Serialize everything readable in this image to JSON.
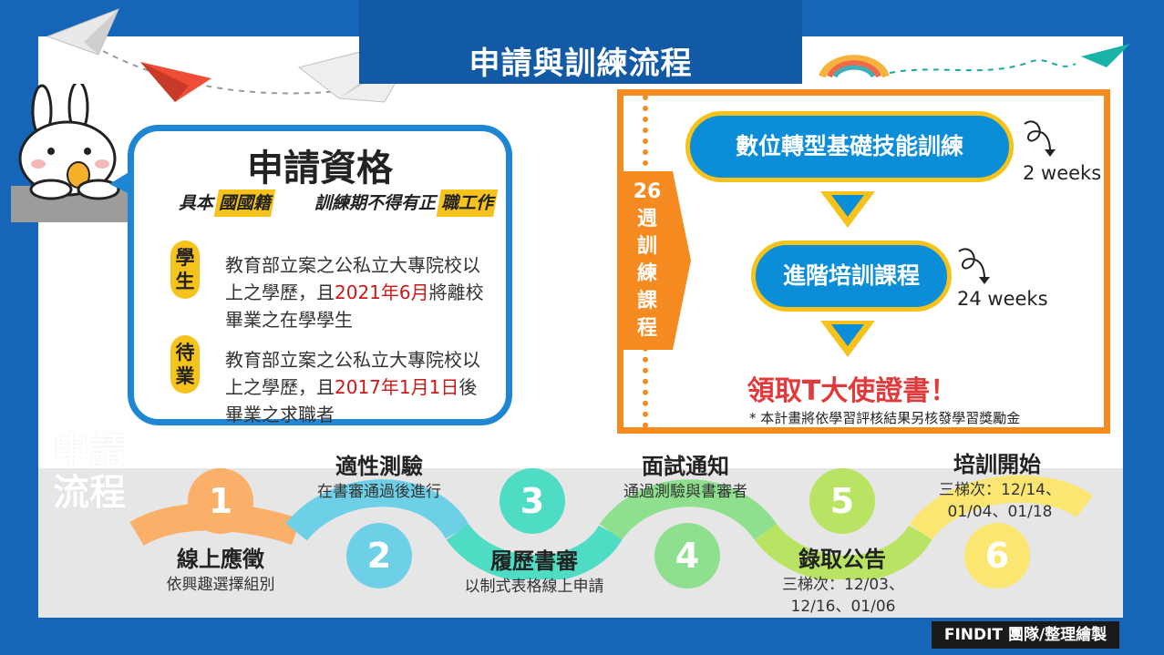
{
  "title": "申請與訓練流程",
  "eligibility": {
    "heading": "申請資格",
    "tags": [
      {
        "prefix": "具本",
        "highlight": "國國籍"
      },
      {
        "prefix": "訓練期不得有正",
        "highlight": "職工作"
      }
    ],
    "student": {
      "label": "學生",
      "line1": "教育部立案之公私立大專院校以",
      "line2a": "上之學歷，且",
      "line2red": "2021年6月",
      "line2b": "將離校",
      "line3": "畢業之在學學生"
    },
    "jobseeker": {
      "label": "待業",
      "line1": "教育部立案之公私立大專院校以",
      "line2a": "上之學歷，且",
      "line2red": "2017年1月1日",
      "line2b": "後",
      "line3": "畢業之求職者"
    }
  },
  "training": {
    "duration_label": "26週訓練課程",
    "course1": {
      "name": "數位轉型基礎技能訓練",
      "weeks": "2 weeks"
    },
    "course2": {
      "name": "進階培訓課程",
      "weeks": "24 weeks"
    },
    "certificate": "領取T大使證書！",
    "note": "* 本計畫將依學習評核結果另核發學習獎勵金"
  },
  "process": {
    "label": "申請流程",
    "steps": [
      {
        "num": "1",
        "title": "線上應徵",
        "sub": "依興趣選擇組別",
        "color": "#fbb06a"
      },
      {
        "num": "2",
        "title": "適性測驗",
        "sub": "在書審通過後進行",
        "color": "#6dd0e6"
      },
      {
        "num": "3",
        "title": "履歷書審",
        "sub": "以制式表格線上申請",
        "color": "#4fdcc4"
      },
      {
        "num": "4",
        "title": "面試通知",
        "sub": "通過測驗與書審者",
        "color": "#8ee08e"
      },
      {
        "num": "5",
        "title": "錄取公告",
        "sub1": "三梯次：12/03、",
        "sub2": "12/16、01/06",
        "color": "#b9e362"
      },
      {
        "num": "6",
        "title": "培訓開始",
        "sub1": "三梯次：12/14、",
        "sub2": "01/04、01/18",
        "color": "#fbe671"
      }
    ]
  },
  "credit": "FINDIT 團隊/整理繪製",
  "colors": {
    "brand_blue": "#1565b9",
    "orange": "#f58a20",
    "yellow": "#f6c31c",
    "pill_blue": "#0b8dd8",
    "red": "#cc1818"
  }
}
